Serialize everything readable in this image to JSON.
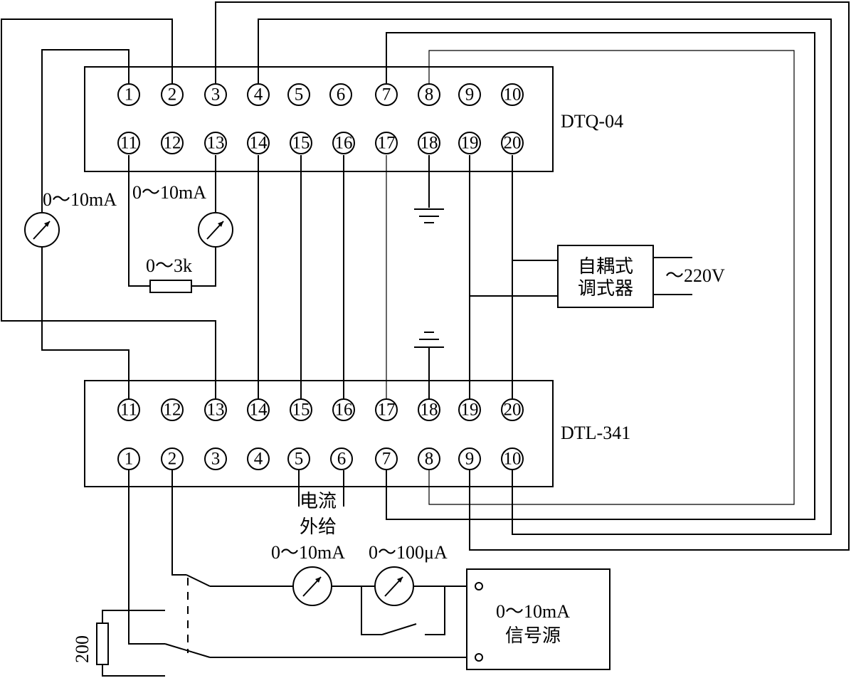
{
  "relays": {
    "upper_name": "DTQ-04",
    "lower_name": "DTL-341"
  },
  "upper_terminals": {
    "row1": [
      "1",
      "2",
      "3",
      "4",
      "5",
      "6",
      "7",
      "8",
      "9",
      "10"
    ],
    "row2": [
      "11",
      "12",
      "13",
      "14",
      "15",
      "16",
      "17",
      "18",
      "19",
      "20"
    ]
  },
  "lower_terminals": {
    "row1": [
      "11",
      "12",
      "13",
      "14",
      "15",
      "16",
      "17",
      "18",
      "19",
      "20"
    ],
    "row2": [
      "1",
      "2",
      "3",
      "4",
      "5",
      "6",
      "7",
      "8",
      "9",
      "10"
    ]
  },
  "meters": {
    "left_meter": "0～10mA",
    "mid_meter": "0～10mA",
    "bottom_meter_1": "0～10mA",
    "bottom_meter_2": "0～100μA"
  },
  "resistors": {
    "variable": "0～3k",
    "fixed": "200"
  },
  "autotransformer": {
    "line1": "自耦式",
    "line2": "调式器",
    "supply": "～220V"
  },
  "current_external": {
    "line1": "电流",
    "line2": "外给"
  },
  "signal_source": {
    "line1": "0～10mA",
    "line2": "信号源"
  }
}
